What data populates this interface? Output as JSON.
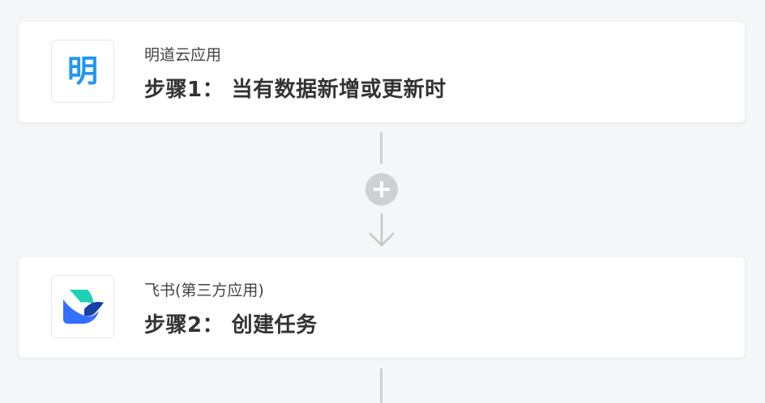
{
  "steps": [
    {
      "app_name": "明道云应用",
      "icon": "mingdao-logo-icon",
      "icon_glyph": "明",
      "title": "步骤1： 当有数据新增或更新时"
    },
    {
      "app_name": "飞书(第三方应用)",
      "icon": "feishu-logo-icon",
      "title": "步骤2： 创建任务"
    }
  ],
  "connector": {
    "add_icon": "plus-circle-icon",
    "arrow_icon": "arrow-down-icon"
  },
  "colors": {
    "background": "#f5f6f8",
    "card": "#ffffff",
    "mingdao_blue": "#2196f3",
    "feishu_teal": "#1fd1b4",
    "feishu_blue": "#3370ff",
    "feishu_navy": "#1a3fa8",
    "connector": "#d0d0d4"
  }
}
